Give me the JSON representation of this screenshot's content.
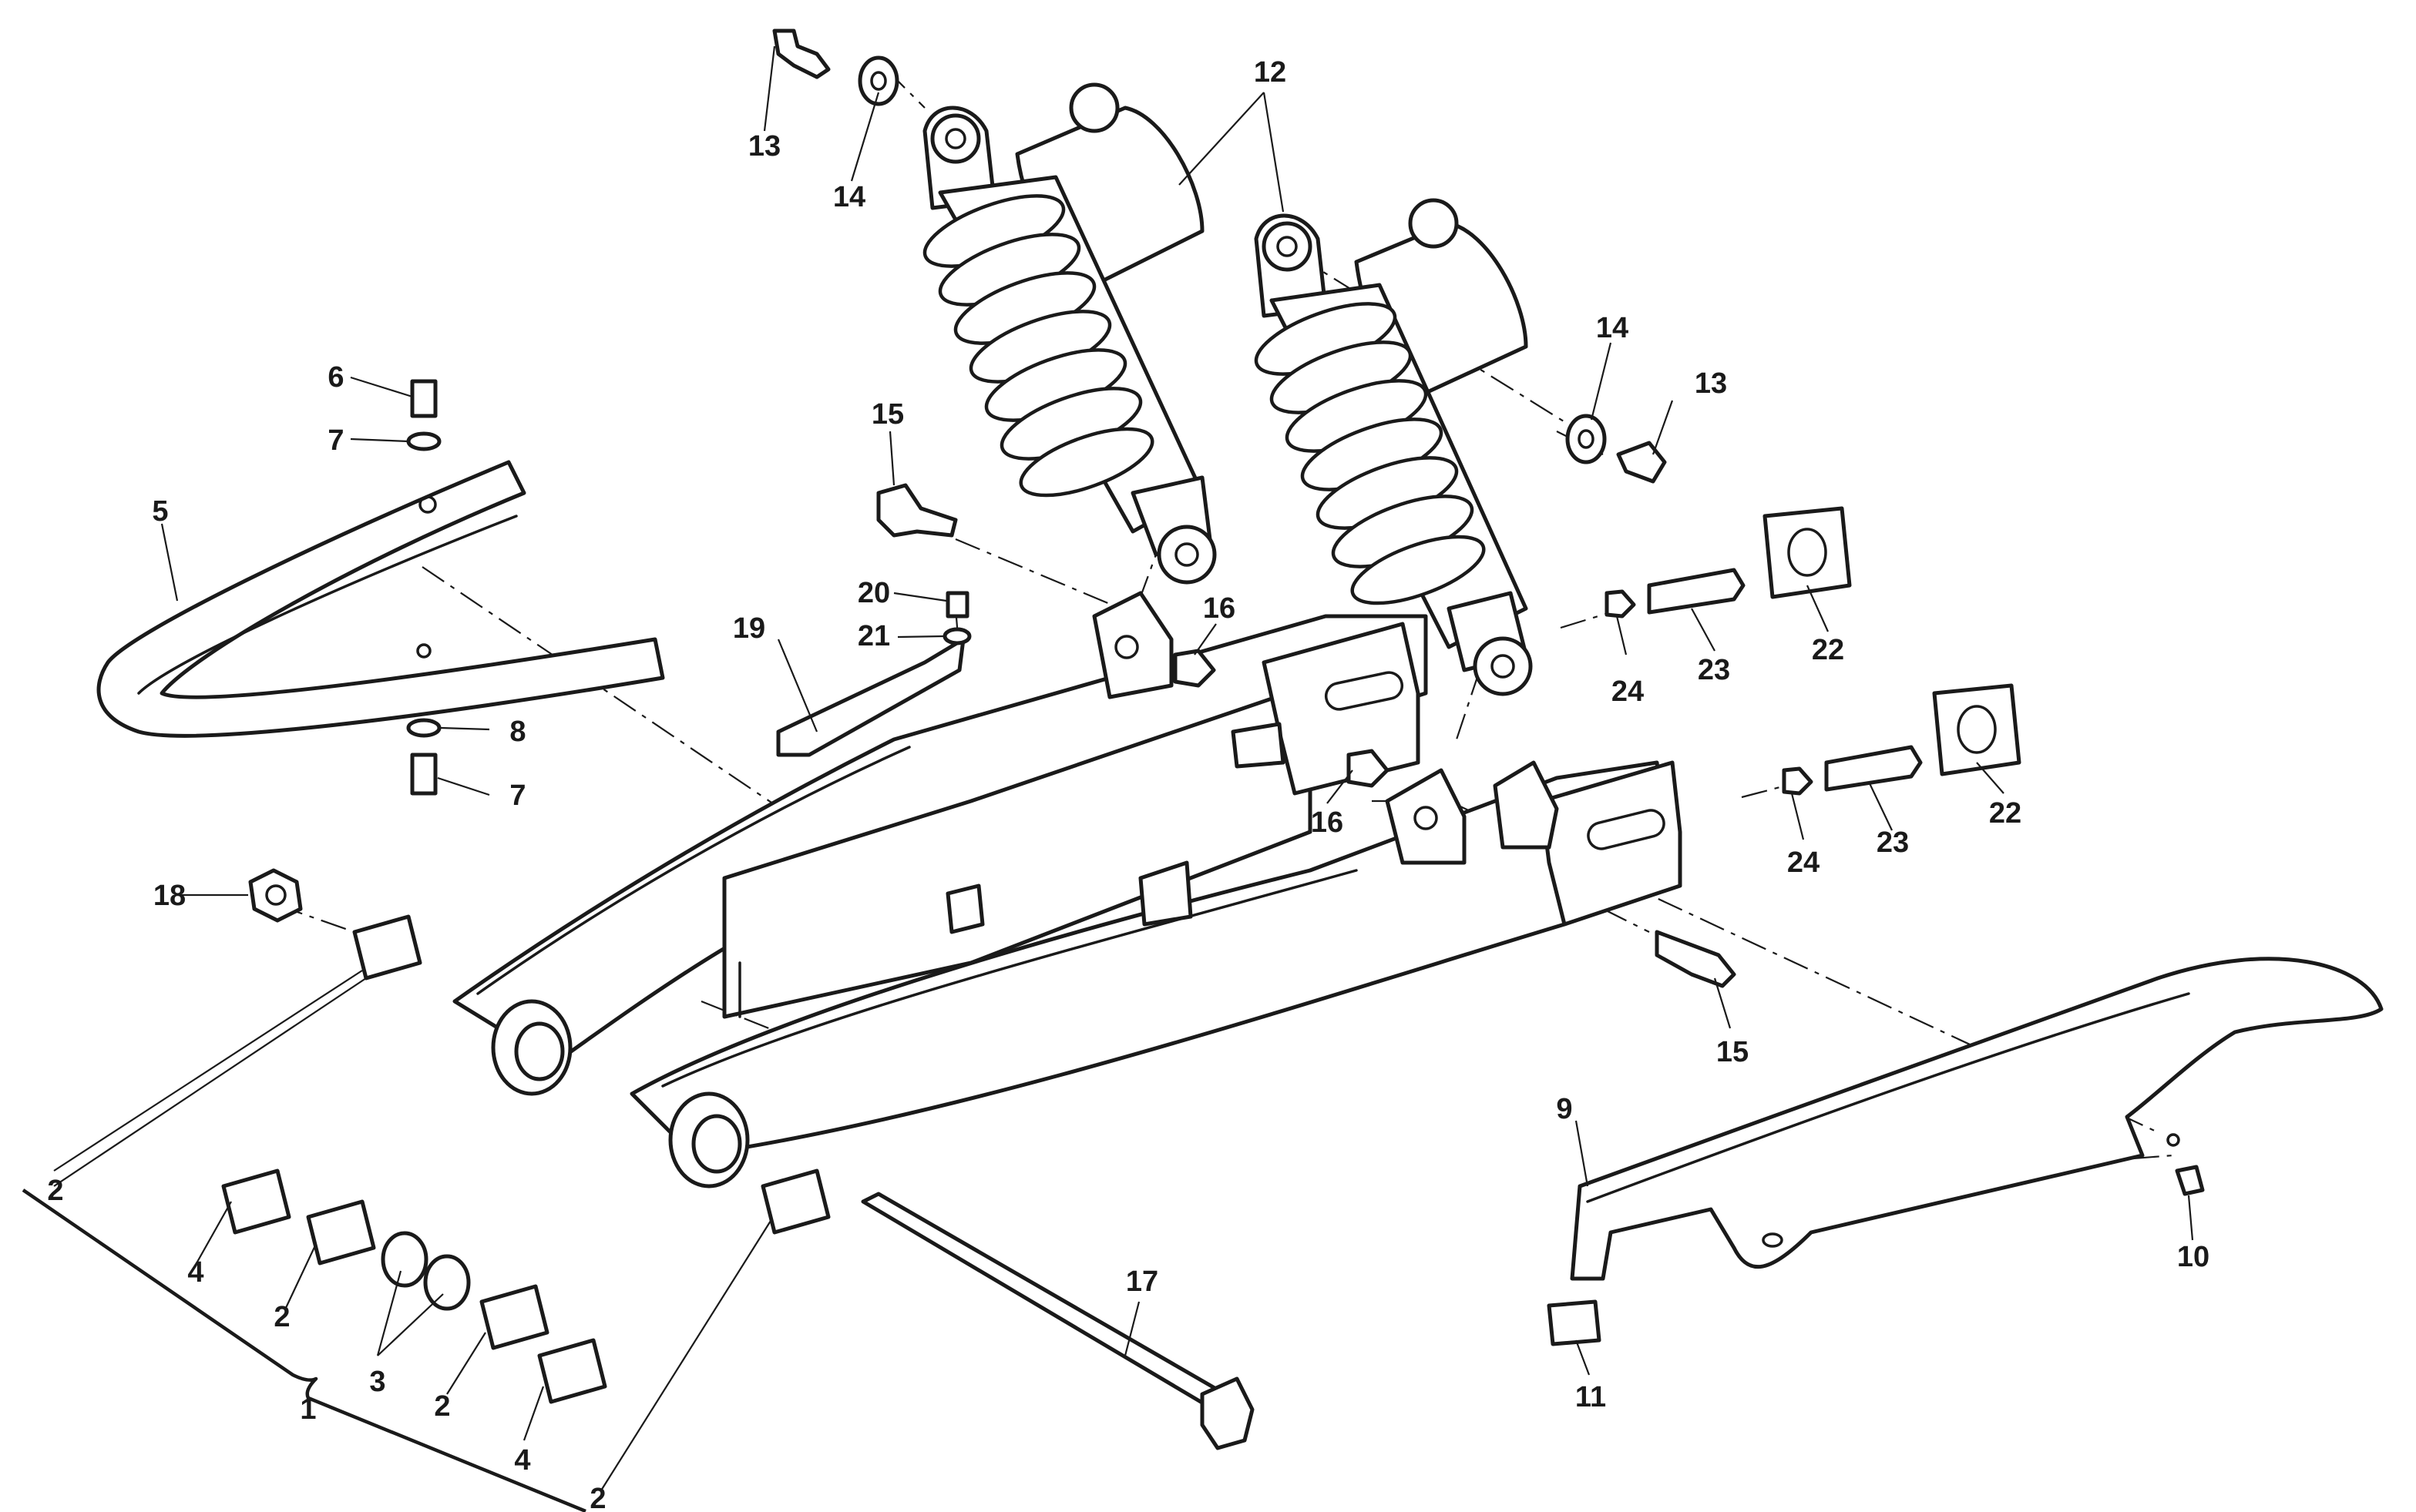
{
  "diagram": {
    "colors": {
      "line": "#1a1a1a",
      "background": "#ffffff"
    },
    "callouts": {
      "c1": "1",
      "c2a": "2",
      "c2b": "2",
      "c2c": "2",
      "c2d": "2",
      "c3": "3",
      "c4a": "4",
      "c4b": "4",
      "c5": "5",
      "c6": "6",
      "c7a": "7",
      "c7b": "7",
      "c8": "8",
      "c9": "9",
      "c10": "10",
      "c11": "11",
      "c12": "12",
      "c13a": "13",
      "c13b": "13",
      "c14a": "14",
      "c14b": "14",
      "c15a": "15",
      "c15b": "15",
      "c16a": "16",
      "c16b": "16",
      "c17": "17",
      "c18": "18",
      "c19": "19",
      "c20": "20",
      "c21": "21",
      "c22a": "22",
      "c22b": "22",
      "c23a": "23",
      "c23b": "23",
      "c24a": "24",
      "c24b": "24"
    }
  }
}
